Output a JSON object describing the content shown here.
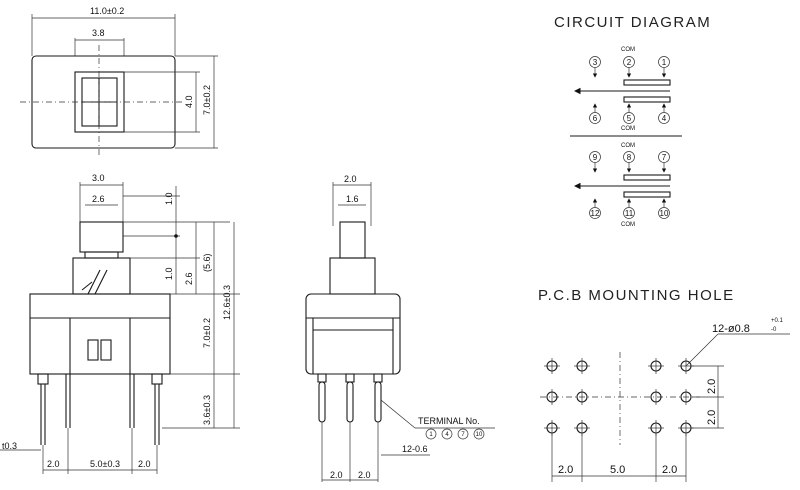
{
  "titles": {
    "circuit": "CIRCUIT DIAGRAM",
    "pcb": "P.C.B MOUNTING HOLE"
  },
  "top_view": {
    "width": "11.0±0.2",
    "inner": "3.8",
    "h_inner": "4.0",
    "h_outer": "7.0±0.2"
  },
  "front_view": {
    "top_w": "3.0",
    "top_inner": "2.6",
    "d1": "1.0",
    "d2": "1.0",
    "d3": "2.6",
    "d4": "(5.6)",
    "d5": "12.6±0.3",
    "d6": "7.0±0.2",
    "d7": "3.6±0.3",
    "pin_t": "t0.3",
    "b1": "2.0",
    "b2": "5.0±0.3",
    "b3": "2.0"
  },
  "side_view": {
    "top_w": "2.0",
    "inner_w": "1.6",
    "pin_label": "12-0.6",
    "b1": "2.0",
    "b2": "2.0",
    "terminal_label": "TERMINAL No.",
    "terminals": [
      "1",
      "4",
      "7",
      "10"
    ]
  },
  "circuit": {
    "com_label": "COM",
    "upper": {
      "top": [
        "3",
        "2",
        "1"
      ],
      "bottom": [
        "6",
        "5",
        "4"
      ]
    },
    "lower": {
      "top": [
        "9",
        "8",
        "7"
      ],
      "bottom": [
        "12",
        "11",
        "10"
      ]
    }
  },
  "pcb": {
    "hole_label": "12-ø0.8",
    "tol_plus": "+0.1",
    "tol_minus": "-0",
    "v1": "2.0",
    "v2": "2.0",
    "h1": "2.0",
    "h2": "5.0",
    "h3": "2.0"
  }
}
